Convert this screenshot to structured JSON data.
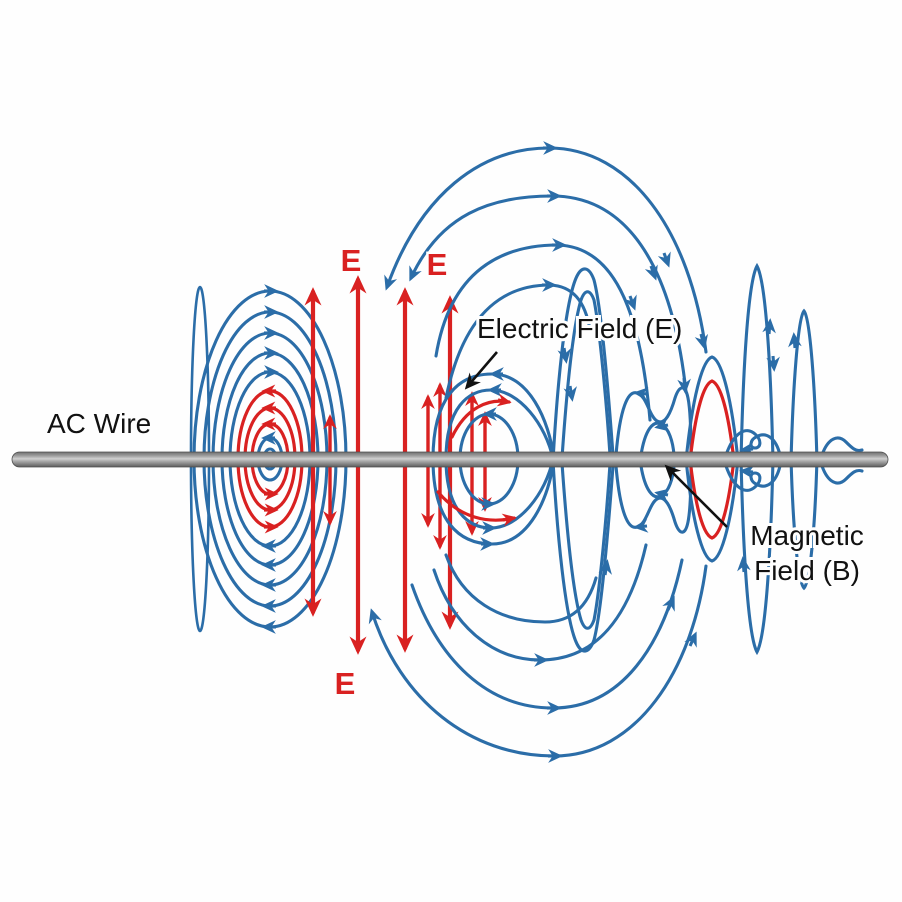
{
  "labels": {
    "wire": "AC Wire",
    "electric_field": "Electric Field (E)",
    "magnetic_field_line1": "Magnetic",
    "magnetic_field_line2": "Field (B)",
    "e_symbol": "E"
  },
  "colors": {
    "electric_field_red": "#d92121",
    "magnetic_field_blue": "#2b6da8",
    "annotation_black": "#111111",
    "wire_gray": "#9a9a9a",
    "background": "#fefefe"
  }
}
